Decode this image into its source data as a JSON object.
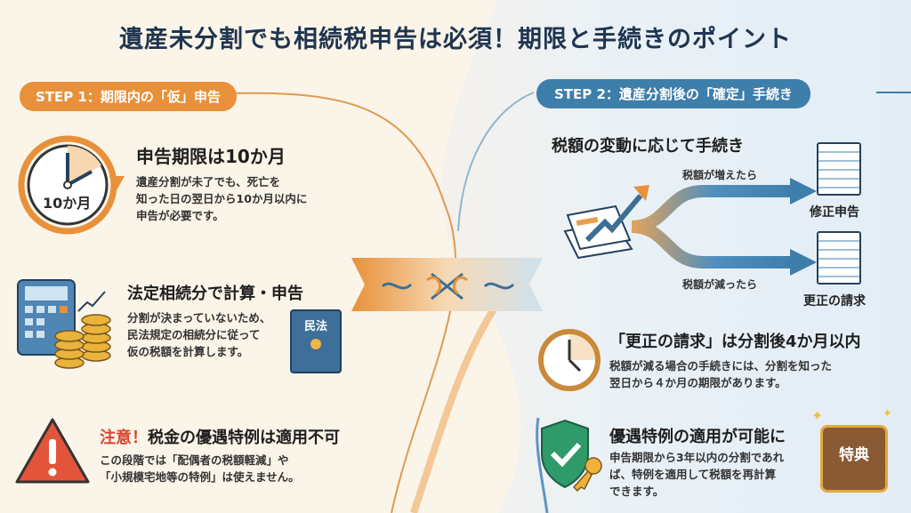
{
  "title": "遺産未分割でも相続税申告は必須！期限と手続きのポイント",
  "colors": {
    "step1": "#e8913a",
    "step2": "#3d7eab",
    "warning": "#d9442e",
    "title": "#1f3550"
  },
  "step1": {
    "label": "STEP 1：期限内の「仮」申告",
    "items": [
      {
        "icon": "clock-icon",
        "badge": "10か月",
        "heading": "申告期限は10か月",
        "lines": [
          "遺産分割が未了でも、死亡を",
          "知った日の翌日から10か月以内に",
          "申告が必要です。"
        ]
      },
      {
        "icon": "calculator-coins-icon",
        "book_label": "民法",
        "heading": "法定相続分で計算・申告",
        "lines": [
          "分割が決まっていないため、",
          "民法規定の相続分に従って",
          "仮の税額を計算します。"
        ]
      },
      {
        "icon": "warning-icon",
        "heading_prefix": "注意！",
        "heading": "税金の優遇特例は適用不可",
        "lines": [
          "この段階では「配偶者の税額軽減」や",
          "「小規模宅地等の特例」は使えません。"
        ]
      }
    ]
  },
  "step2": {
    "label": "STEP 2：遺産分割後の「確定」手続き",
    "flow": {
      "heading": "税額の変動に応じて手続き",
      "up_label": "税額が増えたら",
      "down_label": "税額が減ったら",
      "up_result": "修正申告",
      "down_result": "更正の請求"
    },
    "items": [
      {
        "icon": "clock-icon",
        "heading": "「更正の請求」は分割後4か月以内",
        "lines": [
          "税額が減る場合の手続きには、分割を知った",
          "翌日から４か月の期限があります。"
        ]
      },
      {
        "icon": "shield-check-icon",
        "chest_label": "特典",
        "heading": "優遇特例の適用が可能に",
        "lines": [
          "申告期限から3年以内の分割であれ",
          "ば、特例を適用して税額を再計算",
          "できます。"
        ]
      }
    ]
  }
}
